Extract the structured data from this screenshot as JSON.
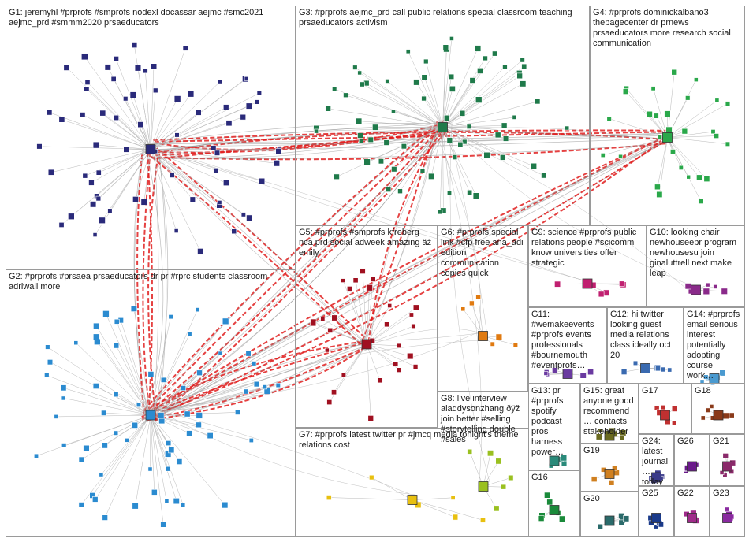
{
  "groups": [
    {
      "id": "g1",
      "label": "G1: jeremyhl #prprofs #smprofs nodexl docassar aejmc #smc2021 aejmc_prd #smmm2020 prsaeducators",
      "node_color": "#2a2a7a",
      "density": "high"
    },
    {
      "id": "g2",
      "label": "G2: #prprofs #prsaea prsaeducators dr pr #rprc students classroom adriwall more",
      "node_color": "#2b8bd0",
      "density": "high"
    },
    {
      "id": "g3",
      "label": "G3: #prprofs aejmc_prd call public relations special classroom teaching prsaeducators activism",
      "node_color": "#1f7a4a",
      "density": "high"
    },
    {
      "id": "g4",
      "label": "G4: #prprofs dominickalbano3 thepagecenter dr prnews prsaeducators more research social communication",
      "node_color": "#2aa84a",
      "density": "medium"
    },
    {
      "id": "g5",
      "label": "G5: #prprofs #smprofs kfreberg nca prd social adweek amazing âž emily",
      "node_color": "#a01020",
      "density": "medium"
    },
    {
      "id": "g6",
      "label": "G6: #prprofs special link #cfp free ana_adi edition communication copies quick",
      "node_color": "#e07a10",
      "density": "low"
    },
    {
      "id": "g7",
      "label": "G7: #prprofs latest twitter pr #jmcq media tonight's theme relations cost",
      "node_color": "#e8c010",
      "density": "low"
    },
    {
      "id": "g8",
      "label": "G8: live interview aiaddysonzhang ðÿž join better #selling #storytelling double #sales",
      "node_color": "#9ac020",
      "density": "low"
    },
    {
      "id": "g9",
      "label": "G9: science #prprofs public relations people #scicomm know universities offer strategic",
      "node_color": "#c02070",
      "density": "low"
    },
    {
      "id": "g10",
      "label": "G10: looking chair newhouseepr program newhousesu join ginaluttrell next make leap",
      "node_color": "#8a2a8a",
      "density": "low"
    },
    {
      "id": "g11",
      "label": "G11: #wemakeevents #prprofs events professionals #bournemouth #eventprofs…",
      "node_color": "#6a3aa0",
      "density": "low"
    },
    {
      "id": "g12",
      "label": "G12: hi twitter looking guest media relations class ideally oct 20",
      "node_color": "#3a6ab0",
      "density": "low"
    },
    {
      "id": "g13",
      "label": "G13: pr #prprofs spotify podcast pros harness power…",
      "node_color": "#2a8a7a",
      "density": "low"
    },
    {
      "id": "g14",
      "label": "G14: #prprofs email serious interest potentially adopting course work…",
      "node_color": "#4a9ad0",
      "density": "low"
    },
    {
      "id": "g15",
      "label": "G15: great anyone good recommend… contacts stakeholder…",
      "node_color": "#6a6a20",
      "density": "low"
    },
    {
      "id": "g16",
      "label": "G16",
      "node_color": "#1a8a3a",
      "density": "low"
    },
    {
      "id": "g17",
      "label": "G17",
      "node_color": "#c03030",
      "density": "low"
    },
    {
      "id": "g18",
      "label": "G18",
      "node_color": "#8a3a1a",
      "density": "low"
    },
    {
      "id": "g19",
      "label": "G19",
      "node_color": "#d08020",
      "density": "low"
    },
    {
      "id": "g20",
      "label": "G20",
      "node_color": "#2a6a6a",
      "density": "low"
    },
    {
      "id": "g21",
      "label": "G21",
      "node_color": "#8a2a6a",
      "density": "low"
    },
    {
      "id": "g22",
      "label": "G22",
      "node_color": "#a02a8a",
      "density": "low"
    },
    {
      "id": "g23",
      "label": "G23",
      "node_color": "#8a2aa0",
      "density": "low"
    },
    {
      "id": "g24",
      "label": "G24: latest journal… today…",
      "node_color": "#3a3a8a",
      "density": "low"
    },
    {
      "id": "g25",
      "label": "G25",
      "node_color": "#1a3a8a",
      "density": "low"
    },
    {
      "id": "g26",
      "label": "G26",
      "node_color": "#6a1a8a",
      "density": "low"
    }
  ],
  "colors": {
    "background": "#ffffff",
    "group_border": "#9a9a9a",
    "edge_gray": "#8a8a8a",
    "edge_red": "#e02020",
    "label_text": "#1a1a1a"
  },
  "edges": [
    {
      "from": "g1",
      "to": "g3",
      "weight": "heavy"
    },
    {
      "from": "g1",
      "to": "g4",
      "weight": "heavy"
    },
    {
      "from": "g2",
      "to": "g3",
      "weight": "heavy"
    },
    {
      "from": "g2",
      "to": "g4",
      "weight": "heavy"
    },
    {
      "from": "g2",
      "to": "g5",
      "weight": "heavy"
    },
    {
      "from": "g1",
      "to": "g2",
      "weight": "heavy"
    },
    {
      "from": "g1",
      "to": "g5",
      "weight": "medium"
    },
    {
      "from": "g3",
      "to": "g5",
      "weight": "medium"
    },
    {
      "from": "g3",
      "to": "g4",
      "weight": "light"
    },
    {
      "from": "g2",
      "to": "g6",
      "weight": "light"
    },
    {
      "from": "g3",
      "to": "g6",
      "weight": "light"
    },
    {
      "from": "g5",
      "to": "g6",
      "weight": "light"
    },
    {
      "from": "g2",
      "to": "g7",
      "weight": "light"
    },
    {
      "from": "g3",
      "to": "g8",
      "weight": "light"
    },
    {
      "from": "g1",
      "to": "g9",
      "weight": "light"
    },
    {
      "from": "g3",
      "to": "g10",
      "weight": "light"
    }
  ]
}
